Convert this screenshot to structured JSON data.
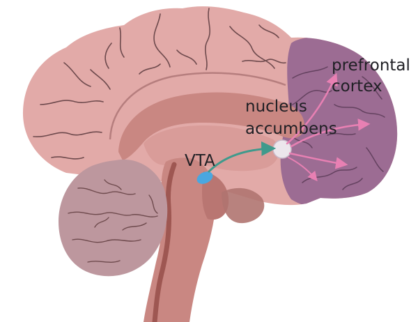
{
  "labels": {
    "prefrontal_line1": "prefrontal",
    "prefrontal_line2": "cortex",
    "nucleus_line1": "nucleus",
    "nucleus_line2": "accumbens",
    "vta": "VTA"
  },
  "colors": {
    "cerebrum": "#e2aaa8",
    "cerebrum_dark": "#cf8f8f",
    "sulcus": "#6e4a4d",
    "prefrontal": "#9c6c93",
    "cerebellum": "#bd979e",
    "brainstem": "#c98782",
    "brainstem_dark": "#9e5752",
    "vta": "#4aa7e0",
    "nucleus": "#ece6ec",
    "pathway_dopamine": "#3f9a8c",
    "pathway_projection": "#e880b3"
  }
}
